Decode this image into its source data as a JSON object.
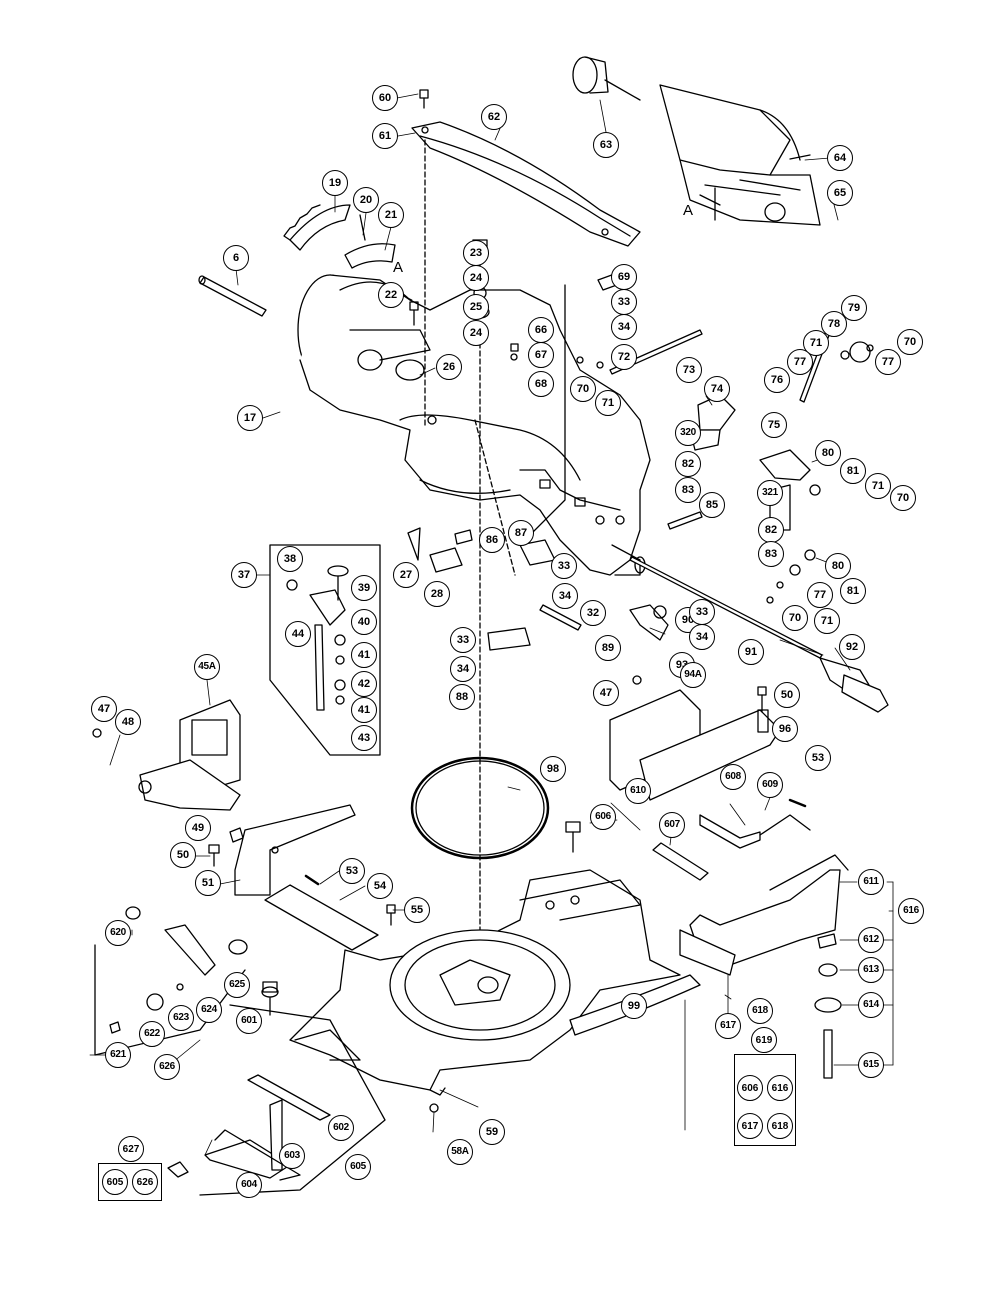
{
  "diagram": {
    "colors": {
      "line": "#000000",
      "fill": "#ffffff",
      "shade": "#d9d9d9"
    },
    "section_letters": [
      "A",
      "A"
    ],
    "parts": [
      {
        "id": "60"
      },
      {
        "id": "62"
      },
      {
        "id": "61"
      },
      {
        "id": "63"
      },
      {
        "id": "64"
      },
      {
        "id": "65"
      },
      {
        "id": "19"
      },
      {
        "id": "20"
      },
      {
        "id": "21"
      },
      {
        "id": "6"
      },
      {
        "id": "22"
      },
      {
        "id": "23"
      },
      {
        "id": "24"
      },
      {
        "id": "25"
      },
      {
        "id": "24"
      },
      {
        "id": "26"
      },
      {
        "id": "17"
      },
      {
        "id": "66"
      },
      {
        "id": "67"
      },
      {
        "id": "68"
      },
      {
        "id": "69"
      },
      {
        "id": "33"
      },
      {
        "id": "34"
      },
      {
        "id": "70"
      },
      {
        "id": "71"
      },
      {
        "id": "72"
      },
      {
        "id": "73"
      },
      {
        "id": "74"
      },
      {
        "id": "79"
      },
      {
        "id": "70"
      },
      {
        "id": "78"
      },
      {
        "id": "71"
      },
      {
        "id": "77"
      },
      {
        "id": "77"
      },
      {
        "id": "76"
      },
      {
        "id": "320"
      },
      {
        "id": "75"
      },
      {
        "id": "82"
      },
      {
        "id": "83"
      },
      {
        "id": "80"
      },
      {
        "id": "81"
      },
      {
        "id": "71"
      },
      {
        "id": "70"
      },
      {
        "id": "85"
      },
      {
        "id": "321"
      },
      {
        "id": "82"
      },
      {
        "id": "83"
      },
      {
        "id": "86"
      },
      {
        "id": "87"
      },
      {
        "id": "33"
      },
      {
        "id": "34"
      },
      {
        "id": "80"
      },
      {
        "id": "77"
      },
      {
        "id": "81"
      },
      {
        "id": "70"
      },
      {
        "id": "71"
      },
      {
        "id": "27"
      },
      {
        "id": "28"
      },
      {
        "id": "33"
      },
      {
        "id": "34"
      },
      {
        "id": "88"
      },
      {
        "id": "89"
      },
      {
        "id": "90"
      },
      {
        "id": "91"
      },
      {
        "id": "92"
      },
      {
        "id": "37"
      },
      {
        "id": "38"
      },
      {
        "id": "39"
      },
      {
        "id": "40"
      },
      {
        "id": "44"
      },
      {
        "id": "41"
      },
      {
        "id": "42"
      },
      {
        "id": "41"
      },
      {
        "id": "43"
      },
      {
        "id": "32"
      },
      {
        "id": "33"
      },
      {
        "id": "34"
      },
      {
        "id": "45A"
      },
      {
        "id": "47"
      },
      {
        "id": "48"
      },
      {
        "id": "49"
      },
      {
        "id": "47"
      },
      {
        "id": "93"
      },
      {
        "id": "94A"
      },
      {
        "id": "50"
      },
      {
        "id": "96"
      },
      {
        "id": "53"
      },
      {
        "id": "98"
      },
      {
        "id": "606"
      },
      {
        "id": "610"
      },
      {
        "id": "608"
      },
      {
        "id": "609"
      },
      {
        "id": "607"
      },
      {
        "id": "50"
      },
      {
        "id": "51"
      },
      {
        "id": "53"
      },
      {
        "id": "54"
      },
      {
        "id": "55"
      },
      {
        "id": "611"
      },
      {
        "id": "616"
      },
      {
        "id": "612"
      },
      {
        "id": "613"
      },
      {
        "id": "614"
      },
      {
        "id": "615"
      },
      {
        "id": "620"
      },
      {
        "id": "625"
      },
      {
        "id": "624"
      },
      {
        "id": "622"
      },
      {
        "id": "623"
      },
      {
        "id": "621"
      },
      {
        "id": "626"
      },
      {
        "id": "601"
      },
      {
        "id": "99"
      },
      {
        "id": "617"
      },
      {
        "id": "618"
      },
      {
        "id": "602"
      },
      {
        "id": "603"
      },
      {
        "id": "604"
      },
      {
        "id": "605"
      },
      {
        "id": "59"
      },
      {
        "id": "58A"
      }
    ],
    "kits": [
      {
        "label": "619",
        "items": [
          "606",
          "616",
          "617",
          "618"
        ]
      },
      {
        "label": "627",
        "items": [
          "605",
          "626"
        ]
      }
    ]
  }
}
